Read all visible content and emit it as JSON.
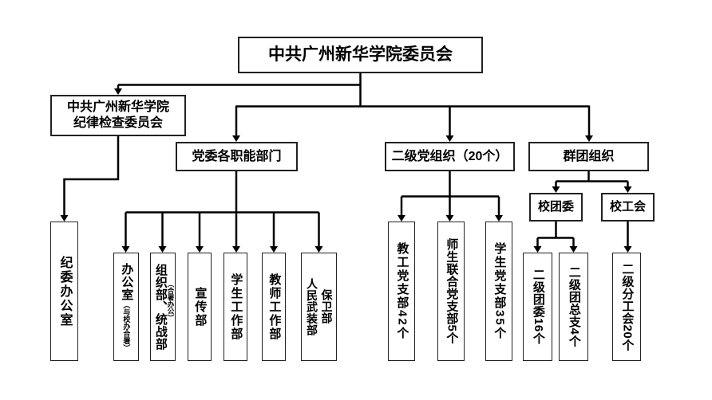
{
  "colors": {
    "line": "#000000",
    "border": "#222222",
    "text": "#000000",
    "background": "#ffffff"
  },
  "org_chart": {
    "root": "中共广州新华学院委员会",
    "discipline_committee": {
      "line1": "中共广州新华学院",
      "line2": "纪律检查委员会",
      "office": "纪委办公室"
    },
    "party_departments": {
      "label": "党委各职能部门",
      "office_main": "办公室",
      "office_note": "（与校办合署）",
      "org_united_main": "组织部、统战部",
      "org_united_note": "（合署办公）",
      "propaganda": "宣传部",
      "student_work": "学生工作部",
      "teacher_work": "教师工作部",
      "armed_forces": "人民武装部",
      "security": "保卫部"
    },
    "secondary_party_orgs": {
      "label": "二级党组织（20个）",
      "staff_branches": "教工党支部42个",
      "joint_branches": "师生联合党支部5个",
      "student_branches": "学生党支部35个"
    },
    "mass_orgs": {
      "label": "群团组织",
      "youth_league": "校团委",
      "labor_union": "校工会",
      "secondary_league_committees": "二级团委16个",
      "secondary_league_branches": "二级团总支4个",
      "secondary_unions": "二级分工会20个"
    }
  }
}
